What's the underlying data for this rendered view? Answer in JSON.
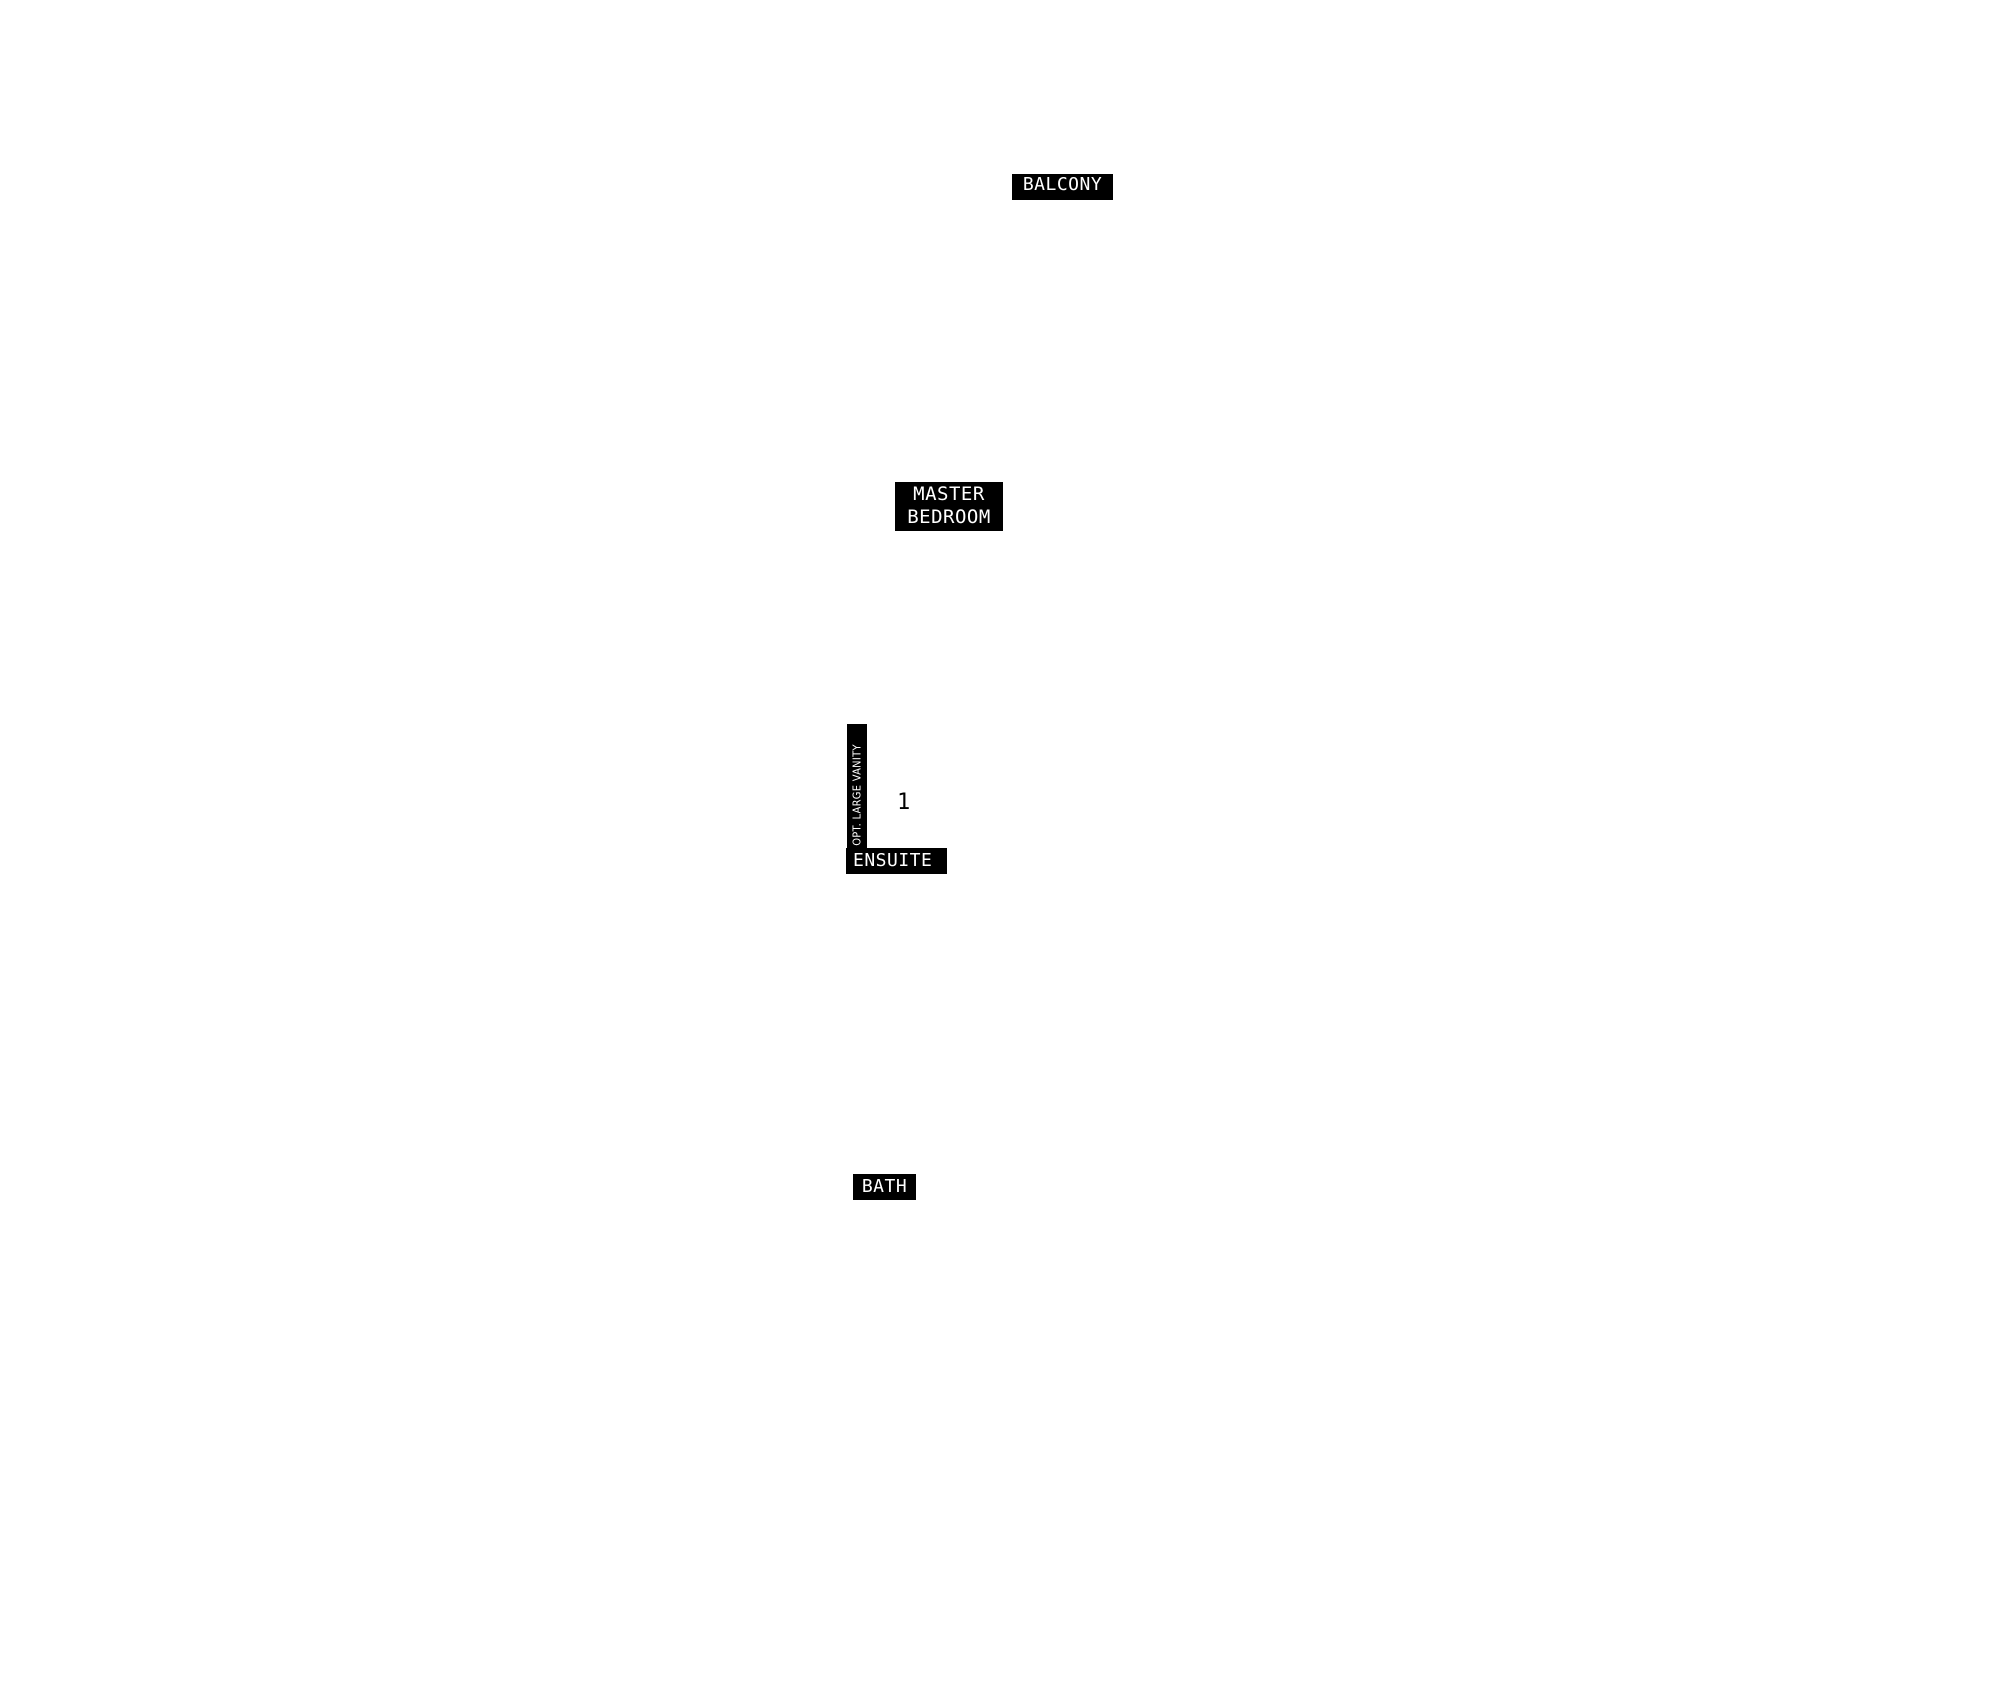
{
  "plan": {
    "labels": {
      "balcony": "BALCONY",
      "master_bedroom_line1": "MASTER",
      "master_bedroom_line2": "BEDROOM",
      "vanity_option": "OPT. LARGE VANITY",
      "ensuite": "ENSUITE",
      "bath": "BATH"
    },
    "markers": {
      "ensuite_number": "1"
    }
  },
  "colors": {
    "label_background": "#000000",
    "label_text": "#ffffff",
    "page_background": "#ffffff"
  }
}
